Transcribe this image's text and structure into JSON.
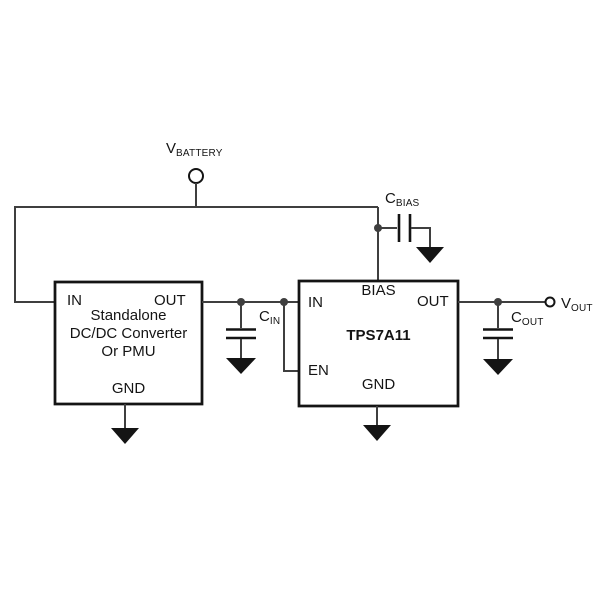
{
  "colors": {
    "wire": "#3f3f3f",
    "component": "#141414",
    "background": "#ffffff"
  },
  "terminals": {
    "vbattery": {
      "main": "V",
      "sub": "BATTERY"
    },
    "vout": {
      "main": "V",
      "sub": "OUT"
    }
  },
  "capacitors": {
    "cbias": {
      "main": "C",
      "sub": "BIAS"
    },
    "cin": {
      "main": "C",
      "sub": "IN"
    },
    "cout": {
      "main": "C",
      "sub": "OUT"
    }
  },
  "blocks": {
    "converter": {
      "pin_in": "IN",
      "pin_out": "OUT",
      "pin_gnd": "GND",
      "lines": [
        "Standalone",
        "DC/DC Converter",
        "Or PMU"
      ]
    },
    "ldo": {
      "part_number": "TPS7A11",
      "pin_in": "IN",
      "pin_bias": "BIAS",
      "pin_out": "OUT",
      "pin_en": "EN",
      "pin_gnd": "GND"
    }
  }
}
